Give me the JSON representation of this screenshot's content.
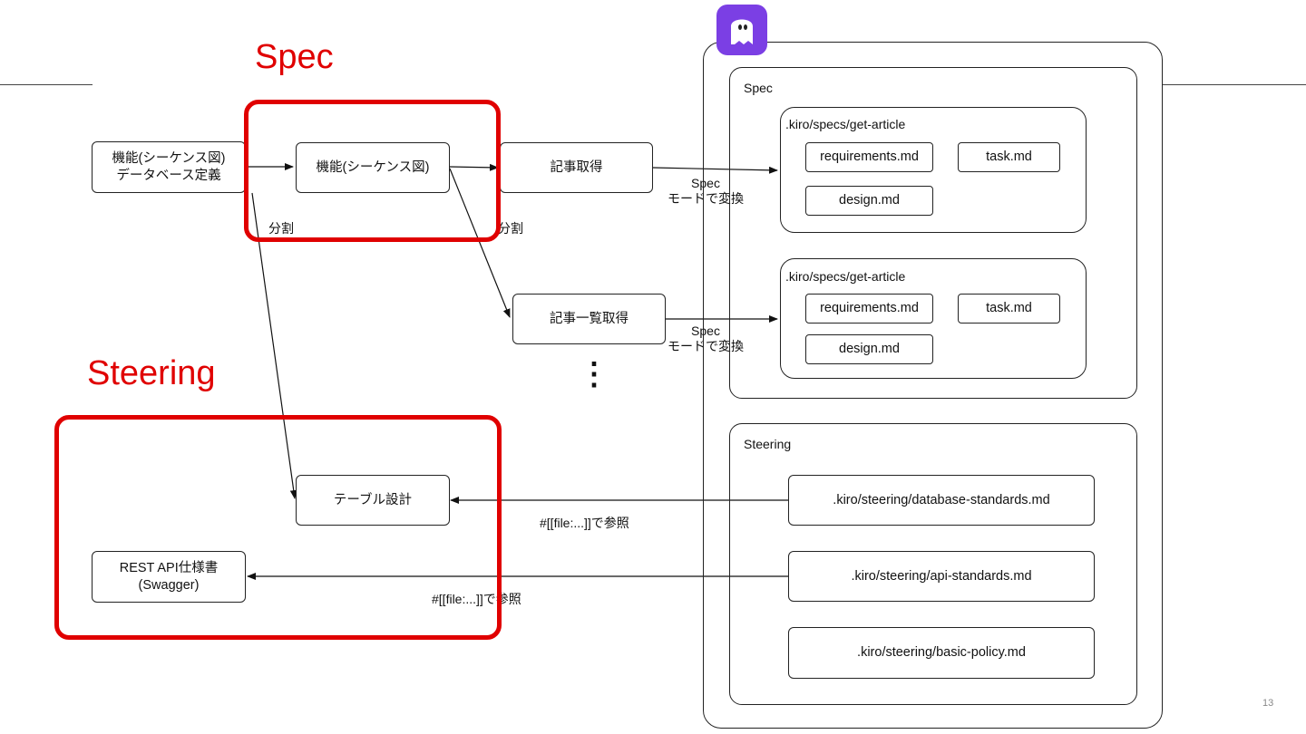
{
  "slide": {
    "page_number": "13"
  },
  "highlights": {
    "spec_title": "Spec",
    "steering_title": "Steering"
  },
  "left": {
    "source": "機能(シーケンス図)\nデータベース定義",
    "feature": "機能(シーケンス図)",
    "table_design": "テーブル設計",
    "rest_api": "REST API仕様書\n(Swagger)",
    "split_label_left": "分割",
    "split_label_right": "分割"
  },
  "middle": {
    "get_article": "記事取得",
    "get_article_list": "記事一覧取得",
    "ellipsis": "⋮"
  },
  "edges": {
    "convert_1": "Spec\nモードで変換",
    "convert_2": "Spec\nモードで変換",
    "ref_1": "#[[file:...]]で参照",
    "ref_2": "#[[file:...]]で参照"
  },
  "kiro": {
    "logo_icon": "ghost-icon",
    "spec_section": "Spec",
    "steering_section": "Steering",
    "spec_folders": [
      {
        "path": ".kiro/specs/get-article",
        "files": [
          "requirements.md",
          "task.md",
          "design.md"
        ]
      },
      {
        "path": ".kiro/specs/get-article",
        "files": [
          "requirements.md",
          "task.md",
          "design.md"
        ]
      }
    ],
    "steering_files": [
      ".kiro/steering/database-standards.md",
      ".kiro/steering/api-standards.md",
      ".kiro/steering/basic-policy.md"
    ]
  },
  "colors": {
    "highlight": "#e00000",
    "logo_bg": "#7b3fe4",
    "line": "#222222"
  }
}
